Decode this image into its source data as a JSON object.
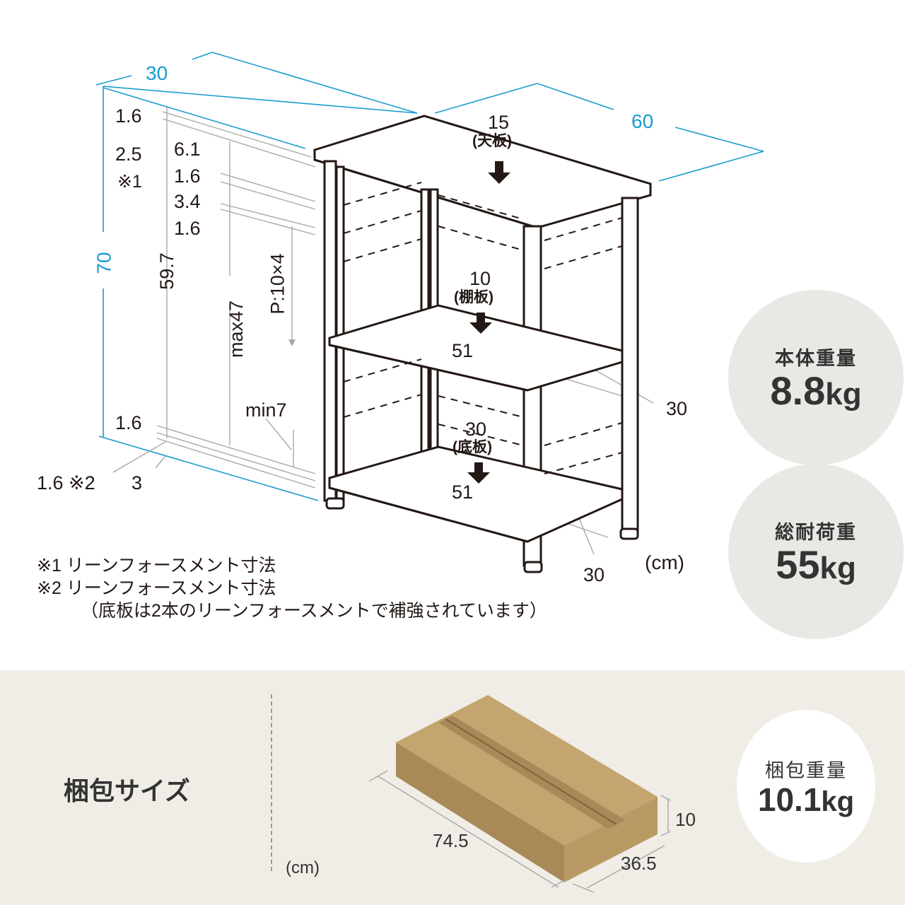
{
  "diagram": {
    "colors": {
      "dimension_blue": "#1a9bd0",
      "line_dark": "#231815",
      "leader_gray": "#a0a0a0",
      "badge_gray": "#e8e8e4",
      "bottom_bg": "#efede5",
      "box_light": "#c4a46f",
      "box_dark": "#a88a58"
    },
    "overall": {
      "depth": "30",
      "width": "60",
      "height": "70"
    },
    "left_dims": {
      "top_board": "1.6",
      "reinforcement_1": "2.5",
      "reinforcement_1_mark": "※1",
      "gap_top": "6.1",
      "shelf_thickness_a": "1.6",
      "gap_mid": "3.4",
      "shelf_thickness_b": "1.6",
      "inner_height": "59.7",
      "max_height": "max47",
      "pitch": "P:10×4",
      "min_gap": "min7",
      "bottom_board": "1.6",
      "reinforcement_2": "1.6 ※2",
      "foot": "3"
    },
    "loads": {
      "top": {
        "value": "15",
        "label": "(天板)"
      },
      "shelf": {
        "value": "10",
        "label": "(棚板)"
      },
      "bottom": {
        "value": "30",
        "label": "(底板)"
      }
    },
    "shelf_dims": {
      "shelf_width": "51",
      "shelf_depth": "30",
      "bottom_width": "51",
      "bottom_depth": "30"
    },
    "unit": "(cm)",
    "notes": [
      "※1 リーンフォースメント寸法",
      "※2 リーンフォースメント寸法",
      "（底板は2本のリーンフォースメントで補強されています）"
    ]
  },
  "badges": {
    "body_weight": {
      "caption": "本体重量",
      "value": "8.8",
      "unit": "kg"
    },
    "total_load": {
      "caption": "総耐荷重",
      "value": "55",
      "unit": "kg"
    }
  },
  "package": {
    "title": "梱包サイズ",
    "unit": "(cm)",
    "length": "74.5",
    "width": "36.5",
    "height": "10",
    "weight": {
      "caption": "梱包重量",
      "value": "10.1",
      "unit": "kg"
    }
  }
}
